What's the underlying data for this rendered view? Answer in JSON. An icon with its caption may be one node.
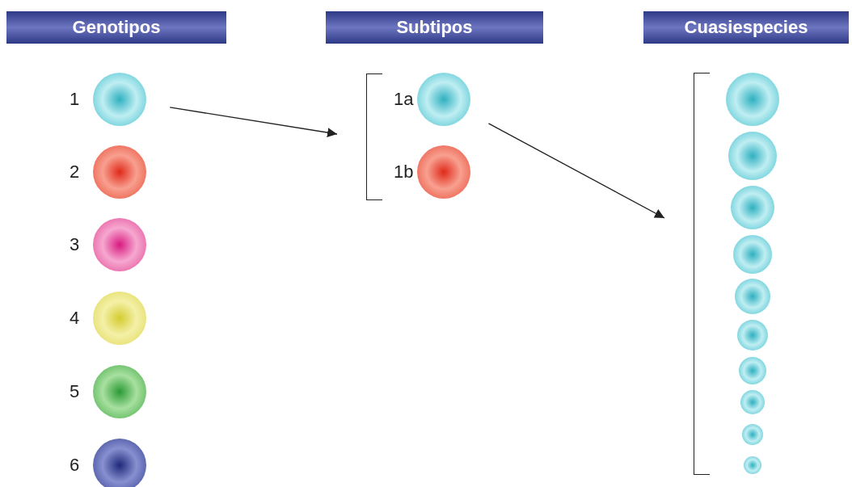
{
  "diagram": {
    "nodes": [
      {
        "text": [
          "Genotipos"
        ]
      },
      {
        "text": [
          "Subtipos"
        ]
      },
      {
        "text": [
          "Cuasiespecies"
        ]
      },
      {
        "text": [],
        "shape": "circle",
        "beside": [
          "1"
        ]
      },
      {
        "text": [],
        "shape": "circle",
        "beside": [
          "2"
        ]
      },
      {
        "text": [],
        "shape": "circle",
        "beside": [
          "3"
        ]
      },
      {
        "text": [],
        "shape": "circle",
        "beside": [
          "4"
        ]
      },
      {
        "text": [],
        "shape": "circle",
        "beside": [
          "5"
        ]
      },
      {
        "text": [],
        "shape": "circle",
        "beside": [
          "6"
        ]
      },
      {
        "text": [],
        "shape": "bracket"
      },
      {
        "text": [],
        "shape": "circle",
        "beside": [
          "1a"
        ]
      },
      {
        "text": [],
        "shape": "circle",
        "beside": [
          "1b"
        ]
      },
      {
        "text": [],
        "shape": "bracket"
      },
      {
        "text": [],
        "shape": "circle"
      },
      {
        "text": [],
        "shape": "circle"
      },
      {
        "text": [],
        "shape": "circle"
      },
      {
        "text": [],
        "shape": "circle"
      },
      {
        "text": [],
        "shape": "circle"
      },
      {
        "text": [],
        "shape": "circle"
      },
      {
        "text": [],
        "shape": "circle"
      },
      {
        "text": [],
        "shape": "circle"
      },
      {
        "text": [],
        "shape": "circle"
      },
      {
        "text": [],
        "shape": "circle"
      }
    ],
    "edges": [
      {
        "from": 3,
        "to": 9,
        "arrow": "to"
      },
      {
        "from": 10,
        "to": 12,
        "arrow": "to"
      }
    ]
  }
}
